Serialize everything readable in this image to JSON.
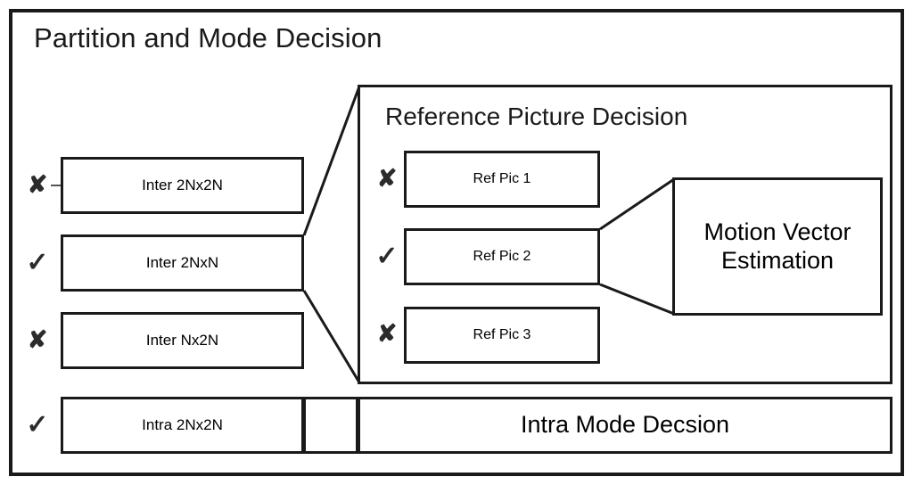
{
  "diagram": {
    "title": "Partition and Mode Decision",
    "panels": {
      "reference_picture": {
        "title": "Reference Picture Decision"
      }
    },
    "modes": [
      {
        "label": "Inter 2Nx2N",
        "marker": "✘",
        "marker_name": "cross-icon",
        "selected": false
      },
      {
        "label": "Inter 2NxN",
        "marker": "✓",
        "marker_name": "check-icon",
        "selected": true
      },
      {
        "label": "Inter Nx2N",
        "marker": "✘",
        "marker_name": "cross-icon",
        "selected": false
      },
      {
        "label": "Intra 2Nx2N",
        "marker": "✓",
        "marker_name": "check-icon",
        "selected": true
      }
    ],
    "reference_pictures": [
      {
        "label": "Ref Pic 1",
        "marker": "✘",
        "marker_name": "cross-icon",
        "selected": false
      },
      {
        "label": "Ref Pic 2",
        "marker": "✓",
        "marker_name": "check-icon",
        "selected": true
      },
      {
        "label": "Ref Pic 3",
        "marker": "✘",
        "marker_name": "cross-icon",
        "selected": false
      }
    ],
    "motion_vector": {
      "line1": "Motion Vector",
      "line2": "Estimation"
    },
    "intra_mode": {
      "label": "Intra Mode Decsion"
    },
    "spacer": {
      "label": ""
    },
    "colors": {
      "stroke": "#1a1a1a",
      "marker": "#2b2b2b",
      "background": "#ffffff"
    }
  }
}
